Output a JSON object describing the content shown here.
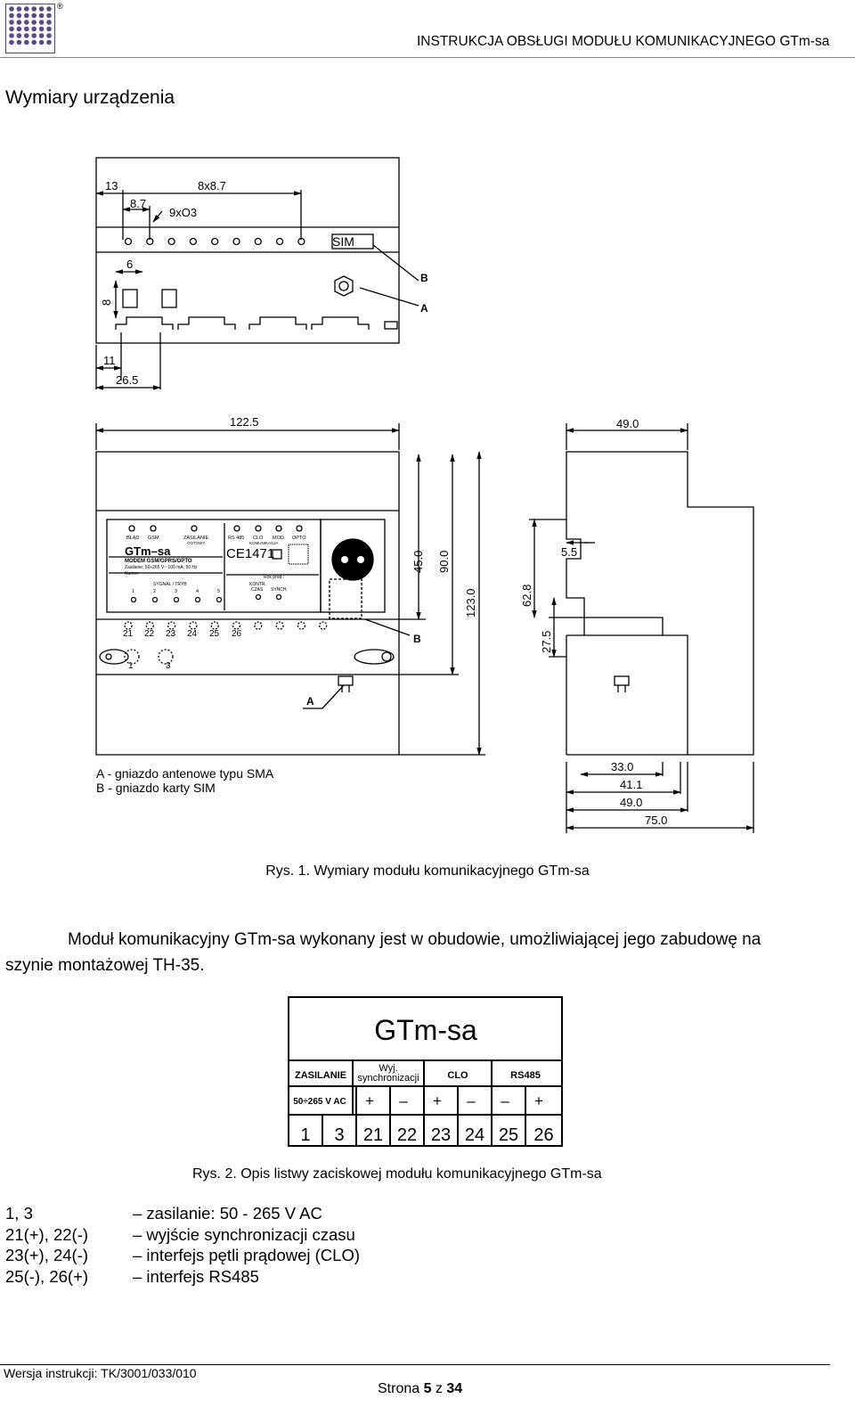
{
  "header": {
    "title": "INSTRUKCJA OBSŁUGI MODUŁU KOMUNIKACYJNEGO GTm-sa",
    "reg_mark": "®"
  },
  "section_title": "Wymiary urządzenia",
  "figure1": {
    "caption": "Rys. 1. Wymiary modułu komunikacyjnego GTm-sa",
    "dims": {
      "d13": "13",
      "d8x87": "8x8.7",
      "d87": "8.7",
      "d9xo3": "9xO3",
      "d6": "6",
      "d8": "8",
      "d11": "11",
      "d265": "26.5",
      "d1225": "122.5",
      "d490top": "49.0",
      "d450": "45.0",
      "d900": "90.0",
      "d1230": "123.0",
      "d628": "62.8",
      "d275": "27.5",
      "d55": "5.5",
      "d330": "33.0",
      "d411": "41.1",
      "d490b": "49.0",
      "d750": "75.0"
    },
    "labels": {
      "sim": "SIM",
      "a": "A",
      "b": "B"
    },
    "legend": [
      "A - gniazdo antenowe typu SMA",
      "B - gniazdo karty SIM"
    ],
    "panel": {
      "leds": [
        "BŁĄD",
        "GSM",
        "ZASILANIE",
        "RS 485",
        "CLO",
        "MOD.",
        "OPTO"
      ],
      "zasilanie_sub": "GOTOWY",
      "mod_sub": "KOMUNIKACJA",
      "product": "GTm–sa",
      "model": "MODEM GSM/GPRS/OPTO",
      "supply": "Zasilanie: 50÷265 V~ 100 mA; 50 Hz",
      "numer": "Numer:",
      "ce": "CE1471",
      "rok": "Rok prod.:",
      "sygnal": "SYGNAŁ / TRYB",
      "sig_nums": [
        "1",
        "2",
        "3",
        "4",
        "5"
      ],
      "kontr": "KONTR.",
      "czas": "CZAS",
      "synch": "SYNCH.",
      "terminals_top": [
        "21",
        "22",
        "23",
        "24",
        "25",
        "26"
      ],
      "terminals_bot": [
        "1",
        "3"
      ]
    }
  },
  "paragraph": "Moduł komunikacyjny GTm-sa wykonany jest w obudowie, umożliwiającej jego zabudowę na szynie montażowej TH-35.",
  "figure2": {
    "title": "GTm-sa",
    "groups": [
      "ZASILANIE",
      "Wyj.",
      "synchronizacji",
      "CLO",
      "RS485"
    ],
    "supply": "50÷265 V AC",
    "polarities": [
      "+",
      "–",
      "+",
      "–",
      "–",
      "+"
    ],
    "terminals": [
      "1",
      "3",
      "21",
      "22",
      "23",
      "24",
      "25",
      "26"
    ],
    "caption": "Rys. 2. Opis listwy zaciskowej modułu komunikacyjnego GTm-sa"
  },
  "terminals_list": [
    {
      "key": "1, 3",
      "desc": "– zasilanie: 50 - 265 V AC"
    },
    {
      "key": "21(+), 22(-)",
      "desc": "– wyjście synchronizacji czasu"
    },
    {
      "key": "23(+), 24(-)",
      "desc": "– interfejs pętli prądowej (CLO)"
    },
    {
      "key": "25(-),  26(+)",
      "desc": "– interfejs RS485"
    }
  ],
  "footer": {
    "version": "Wersja instrukcji: TK/3001/033/010",
    "page_prefix": "Strona",
    "page_num": "5",
    "page_sep": "z",
    "page_total": "34"
  }
}
